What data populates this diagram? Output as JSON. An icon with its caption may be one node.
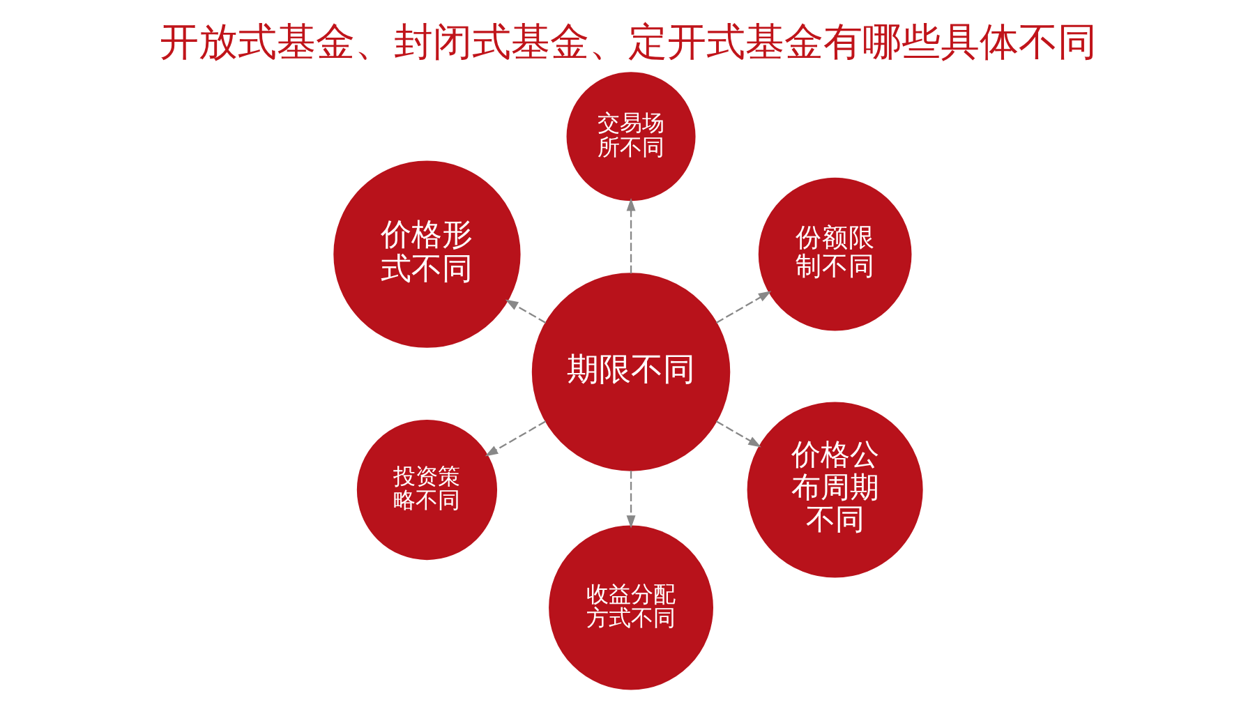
{
  "diagram": {
    "title": "开放式基金、封闭式基金、定开式基金有哪些具体不同",
    "nodes": [
      {
        "text": [
          "份额限制不同"
        ]
      },
      {
        "text": [
          "交易场所不同"
        ]
      },
      {
        "text": [
          "价格形式不同"
        ]
      },
      {
        "text": [
          "投资策略不同"
        ]
      },
      {
        "text": [
          "期限不同"
        ]
      },
      {
        "text": [
          "收益分配方式不同"
        ]
      },
      {
        "text": [
          "价格公布周期不同"
        ]
      }
    ],
    "edges": [
      {
        "from": 4,
        "to": 0,
        "arrow": "to",
        "style": "dashed"
      },
      {
        "from": 4,
        "to": 1,
        "arrow": "to",
        "style": "dashed"
      },
      {
        "from": 4,
        "to": 2,
        "arrow": "to",
        "style": "dashed"
      },
      {
        "from": 4,
        "to": 3,
        "arrow": "to",
        "style": "dashed"
      },
      {
        "from": 4,
        "to": 5,
        "arrow": "to",
        "style": "dashed"
      },
      {
        "from": 4,
        "to": 6,
        "arrow": "to",
        "style": "dashed"
      }
    ]
  }
}
